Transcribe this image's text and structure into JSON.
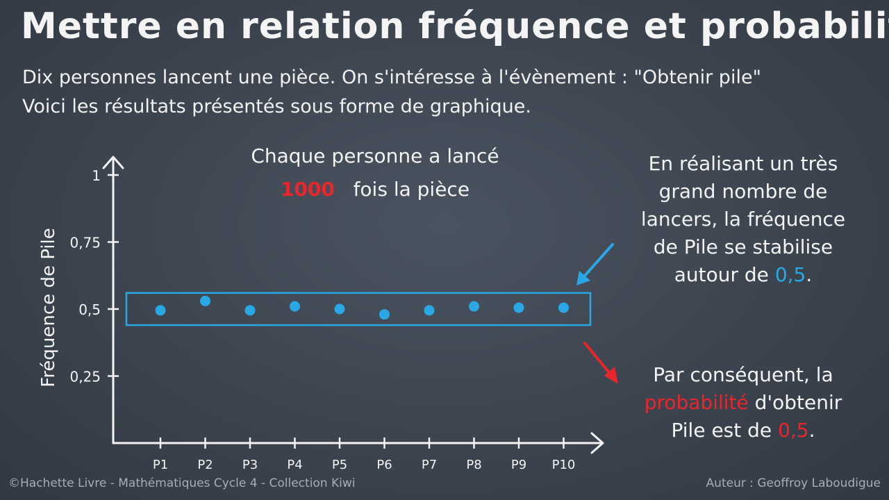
{
  "title": "Mettre en relation fréquence et probabilité",
  "intro": {
    "line1": "Dix personnes lancent une pièce. On s'intéresse à l'évènement : \"Obtenir pile\"",
    "line2": "Voici les résultats présentés sous forme de graphique."
  },
  "caption": {
    "line1": "Chaque personne a lancé",
    "count": "1000",
    "line2_rest": "fois la pièce"
  },
  "note_blue": {
    "l1": "En réalisant un très",
    "l2": "grand nombre de",
    "l3": "lancers, la fréquence",
    "l4": "de Pile se stabilise",
    "l5": "autour de",
    "value": "0,5",
    "end": "."
  },
  "note_red": {
    "l1": "Par conséquent, la",
    "word": "probabilité",
    "l2_rest": "d'obtenir",
    "l3": "Pile est de",
    "value": "0,5",
    "end": "."
  },
  "footer": {
    "left": "©Hachette Livre - Mathématiques Cycle 4 - Collection Kiwi",
    "right": "Auteur : Geoffroy Laboudigue"
  },
  "colors": {
    "background": "#3c444f",
    "points": "#2aa8e6",
    "highlight_box": "#2aa8e6",
    "arrow_blue": "#2aa8e6",
    "arrow_red": "#e8262b",
    "accent_red": "#e8262b",
    "axis": "#f4f4f4"
  },
  "chart_data": {
    "type": "scatter",
    "ylabel": "Fréquence de Pile",
    "xlabel": "",
    "categories": [
      "P1",
      "P2",
      "P3",
      "P4",
      "P5",
      "P6",
      "P7",
      "P8",
      "P9",
      "P10"
    ],
    "values": [
      0.495,
      0.53,
      0.495,
      0.51,
      0.5,
      0.48,
      0.495,
      0.51,
      0.505,
      0.505
    ],
    "yticks": [
      {
        "v": 0.25,
        "label": "0,25"
      },
      {
        "v": 0.5,
        "label": "0,5"
      },
      {
        "v": 0.75,
        "label": "0,75"
      },
      {
        "v": 1,
        "label": "1"
      }
    ],
    "ylim": [
      0,
      1
    ],
    "grid": false,
    "highlight_band": [
      0.44,
      0.56
    ]
  }
}
